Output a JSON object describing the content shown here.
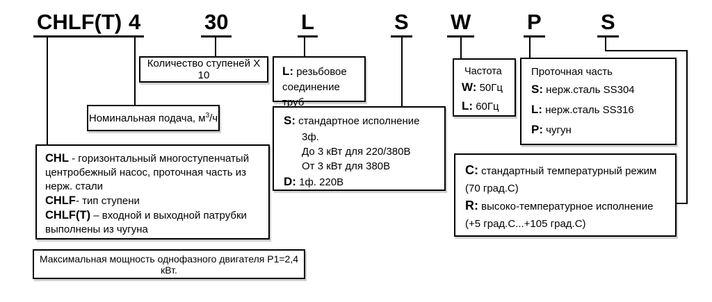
{
  "code_letters": [
    "CHLF(T)",
    "4",
    "30",
    "L",
    "S",
    "W",
    "P",
    "S"
  ],
  "boxes": {
    "stages": {
      "text": "Количество ступеней X 10"
    },
    "flow_rate": {
      "text": "Номинальная подача, м",
      "sup": "3",
      "tail": "/ч"
    },
    "threaded": {
      "key": "L:",
      "text": " резьбовое соединение труб"
    },
    "pump_types": {
      "entries": [
        {
          "key": "CHL",
          "text": " - горизонтальный многоступенчатый центробежный насос, проточная часть из нерж. стали"
        },
        {
          "key": "CHLF",
          "text": "- тип ступени"
        },
        {
          "key": "CHLF(T)",
          "text": " – входной и выходной патрубки выполнены из чугуна"
        }
      ]
    },
    "standard": {
      "lines": [
        {
          "key": "S:",
          "text": " стандартное исполнение"
        },
        {
          "text": "3ф."
        },
        {
          "text": "До 3 кВт для 220/380В"
        },
        {
          "text": "От 3 кВт для 380В"
        },
        {
          "key": "D:",
          "text": " 1ф. 220В"
        }
      ]
    },
    "frequency": {
      "title": "Частота",
      "lines": [
        {
          "key": "W:",
          "text": " 50Гц"
        },
        {
          "key": "L:",
          "text": " 60Гц"
        }
      ]
    },
    "flow_part": {
      "title": "Проточная часть",
      "lines": [
        {
          "key": "S:",
          "text": " нерж.сталь SS304"
        },
        {
          "key": "L:",
          "text": " нерж.сталь SS316"
        },
        {
          "key": "P:",
          "text": " чугун"
        }
      ]
    },
    "temperature": {
      "lines": [
        {
          "key": "C:",
          "text": " стандартный температурный режим"
        },
        {
          "text": "(70 град.С)"
        },
        {
          "key": "R:",
          "text": " высоко-температурное исполнение"
        },
        {
          "text": "(+5 град.С...+105 град.С)"
        }
      ]
    },
    "max_power": {
      "text": "Максимальная мощность однофазного двигателя P1=2,4 кВт."
    }
  }
}
